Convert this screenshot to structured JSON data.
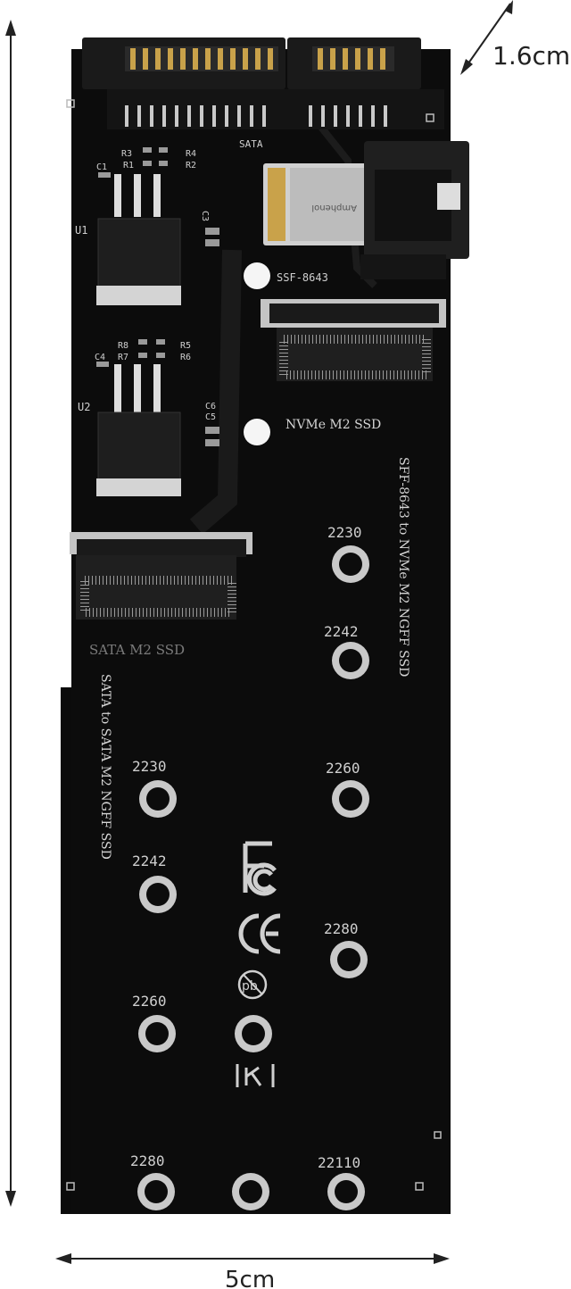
{
  "dimensions": {
    "height": "",
    "width": "5cm",
    "thickness": "1.6cm"
  },
  "labels": {
    "sata": "SATA",
    "sff": "SSF-8643",
    "nvme_slot": "NVMe M2 SSD",
    "sata_slot": "SATA M2 SSD",
    "nvme_desc": "SFF-8643 to NVMe M2 NGFF SSD",
    "sata_desc": "SATA to SATA M2 NGFF SSD",
    "u1": "U1",
    "u2": "U2",
    "c1": "C1",
    "c3": "C3",
    "c4": "C4",
    "c5": "C5",
    "c6": "C6",
    "r1": "R1",
    "r2": "R2",
    "r3": "R3",
    "r4": "R4",
    "r5": "R5",
    "r6": "R6",
    "r7": "R7",
    "r8": "R8",
    "amphenol": "Amphenol"
  },
  "holes": {
    "nvme": [
      "2230",
      "2242",
      "2260",
      "2280",
      "22110"
    ],
    "sata": [
      "2230",
      "2242",
      "2260",
      "2280"
    ]
  },
  "colors": {
    "pcb": "#0b0b0b",
    "gold": "#c9a24a",
    "silver": "#d4d4d4"
  }
}
